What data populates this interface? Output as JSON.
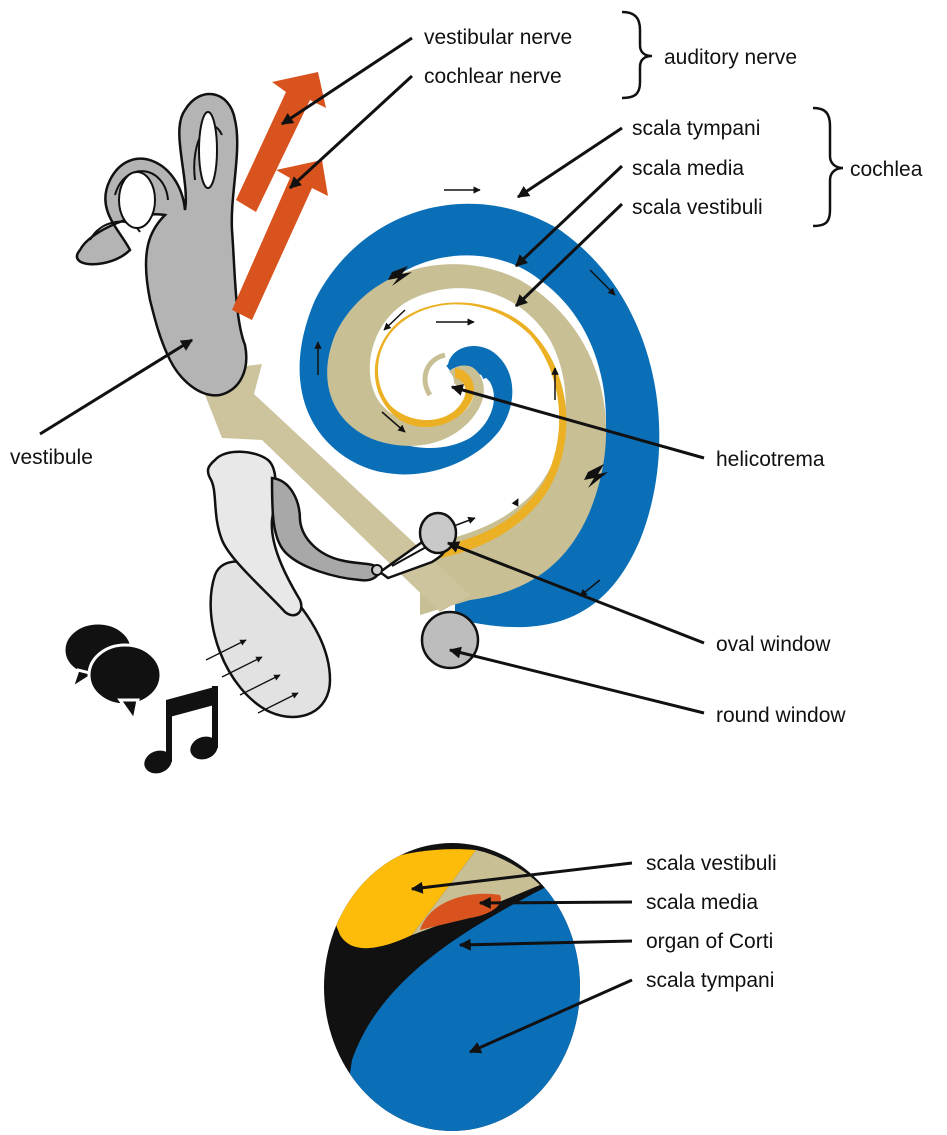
{
  "labels": {
    "vestibular_nerve": "vestibular nerve",
    "cochlear_nerve": "cochlear nerve",
    "auditory_nerve": "auditory nerve",
    "scala_tympani": "scala tympani",
    "scala_media": "scala media",
    "scala_vestibuli": "scala vestibuli",
    "cochlea": "cochlea",
    "vestibule": "vestibule",
    "helicotrema": "helicotrema",
    "oval_window": "oval window",
    "round_window": "round window"
  },
  "cross_section": {
    "scala_vestibuli": "scala vestibuli",
    "scala_media": "scala media",
    "organ_of_corti": "organ of Corti",
    "scala_tympani": "scala tympani"
  },
  "colors": {
    "scala_tympani": "#0b6fb8",
    "scala_media": "#c8bf95",
    "scala_vestibuli": "#ecb024",
    "cross_vestibuli": "#fdbc0a",
    "nerve": "#d9531e",
    "bone": "#b4b4b4",
    "ossicle": "#e6e6e6",
    "sound_path": "#cdc49e",
    "outline": "#111111"
  },
  "icons": [
    "speech-bubbles-icon",
    "music-note-icon",
    "lightning-icon"
  ]
}
